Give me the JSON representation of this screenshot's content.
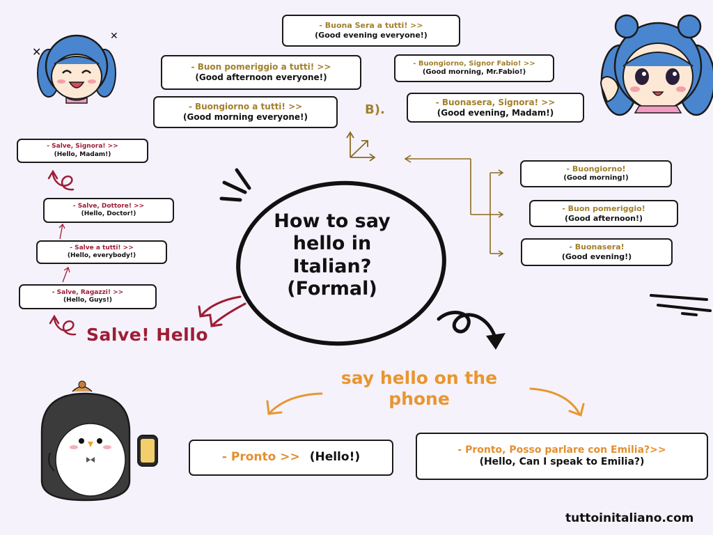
{
  "center": {
    "title_lines": [
      "How to say",
      "hello in",
      "Italian?",
      "(Formal)"
    ]
  },
  "b_label": "B).",
  "top_cards": [
    {
      "it": "- Buona Sera a tutti! >>",
      "en": "(Good evening everyone!)"
    },
    {
      "it": "- Buon pomeriggio a tutti! >>",
      "en": "(Good afternoon everyone!)"
    },
    {
      "it": "- Buongiorno, Signor Fabio! >>",
      "en": "(Good morning, Mr.Fabio!)"
    },
    {
      "it": "- Buongiorno a tutti! >>",
      "en": "(Good morning everyone!)"
    },
    {
      "it": "- Buonasera, Signora! >>",
      "en": "(Good evening, Madam!)"
    }
  ],
  "right_cards": [
    {
      "it": "- Buongiorno!",
      "en": "(Good morning!)"
    },
    {
      "it": "- Buon pomeriggio!",
      "en": "(Good afternoon!)"
    },
    {
      "it": "- Buonasera!",
      "en": "(Good evening!)"
    }
  ],
  "left_cards": [
    {
      "it": "- Salve, Signora! >>",
      "en": "(Hello, Madam!)"
    },
    {
      "it": "- Salve, Dottore! >>",
      "en": "(Hello, Doctor!)"
    },
    {
      "it": "- Salve a tutti! >>",
      "en": "(Hello, everybody!)"
    },
    {
      "it": "- Salve, Ragazzi! >>",
      "en": "(Hello, Guys!)"
    }
  ],
  "salve_label": "Salve! Hello",
  "phone": {
    "title_lines": [
      "say hello on the",
      "phone"
    ],
    "card1": {
      "it": "- Pronto >>",
      "en": "(Hello!)"
    },
    "card2": {
      "it": "- Pronto, Posso parlare con Emilia?>>",
      "en": "(Hello, Can I speak to Emilia?)"
    }
  },
  "footer": "tuttoinitaliano.com",
  "colors": {
    "background": "#f5f2fb",
    "gold": "#a2802b",
    "red": "#9e1d35",
    "orange": "#e38f2f"
  },
  "icons": [
    "girl-laughing-icon",
    "girl-waving-icon",
    "penguin-phone-icon"
  ]
}
